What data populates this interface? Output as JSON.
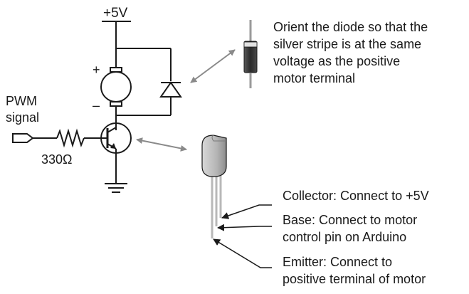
{
  "supply_label": "+5V",
  "pwm_label_line1": "PWM",
  "pwm_label_line2": "signal",
  "resistor_label": "330Ω",
  "motor_plus": "+",
  "motor_minus": "–",
  "diode_note": [
    "Orient the diode so that the",
    "silver stripe is at the same",
    "voltage as the positive",
    "motor terminal"
  ],
  "collector_note": [
    "Collector:  Connect to +5V"
  ],
  "base_note": [
    "Base:  Connect to motor",
    "control pin on Arduino"
  ],
  "emitter_note": [
    "Emitter:  Connect to",
    "positive terminal of motor"
  ]
}
